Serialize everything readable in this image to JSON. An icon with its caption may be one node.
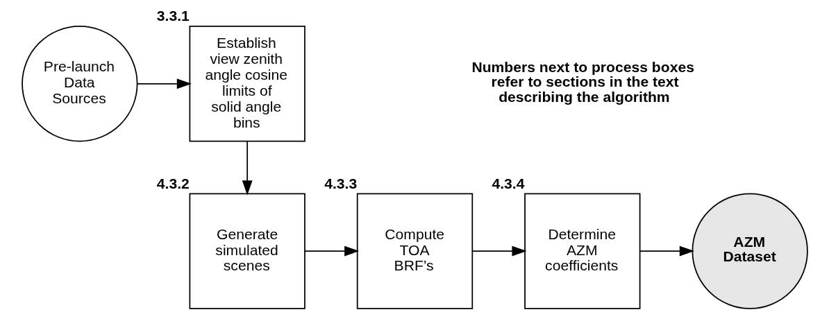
{
  "diagram": {
    "nodes": [
      {
        "text": [
          "Pre-launch Data Sources"
        ]
      },
      {
        "text": [
          "Establish view zenith angle cosine limits of solid angle bins"
        ],
        "beside": [
          "3.3.1"
        ]
      },
      {
        "text": [
          "Generate simulated scenes"
        ],
        "beside": [
          "4.3.2"
        ]
      },
      {
        "text": [
          "Compute TOA BRF’s"
        ],
        "beside": [
          "4.3.3"
        ]
      },
      {
        "text": [
          "Determine AZM coefficients"
        ],
        "beside": [
          "4.3.4"
        ]
      },
      {
        "text": [
          "AZM Dataset"
        ]
      }
    ],
    "edges": [
      {
        "from": 0,
        "to": 1,
        "arrow": "to"
      },
      {
        "from": 1,
        "to": 2,
        "arrow": "to"
      },
      {
        "from": 2,
        "to": 3,
        "arrow": "to"
      },
      {
        "from": 3,
        "to": 4,
        "arrow": "to"
      },
      {
        "from": 4,
        "to": 5,
        "arrow": "to"
      }
    ],
    "labels": [
      "Numbers next to process boxes refer to sections in the text describing the algorithm"
    ]
  }
}
